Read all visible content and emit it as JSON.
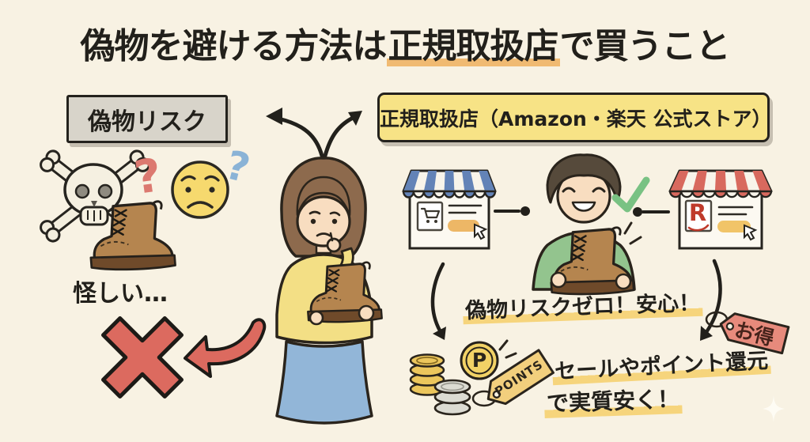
{
  "title": {
    "pre": "偽物を避ける方法は",
    "highlight": "正規取扱店",
    "post": "で買うこと"
  },
  "fake_risk": {
    "label": "偽物リスク",
    "caption": "怪しい…",
    "question_mark_red": "?",
    "question_mark_blue": "?"
  },
  "authorized": {
    "label": "正規取扱店（Amazon・楽天 公式ストア）",
    "benefit_main": "偽物リスクゼロ！安心！",
    "benefit_sub_line1": "セールやポイント還元",
    "benefit_sub_line2": "で実質安く！"
  },
  "badges": {
    "points_tag": "POINTS",
    "deal_tag": "お得",
    "point_coin_letter": "P",
    "rakuten_logo": "R"
  },
  "colors": {
    "background": "#f8f2e3",
    "title_highlight": "#f0b76c",
    "underline_highlight": "#f6d376",
    "box_gray": "#d8d4ca",
    "box_yellow": "#f7e386",
    "danger_red": "#dc6a5f",
    "safe_green": "#79c283",
    "awning_blue": "#6383b7",
    "awning_red": "#d8695e",
    "button_orange": "#edb766",
    "button_yellow": "#f1c468",
    "coin_gold": "#ecc65c",
    "coin_silver": "#dcdbd2",
    "tag_points": "#f2cf7d",
    "tag_deal": "#e78a7c",
    "boot_brown": "#b5854f",
    "sweater_yellow": "#f3df85",
    "skirt_blue": "#92b6d8",
    "shirt_green": "#93c48e",
    "rakuten_red": "#bf3a2b"
  }
}
